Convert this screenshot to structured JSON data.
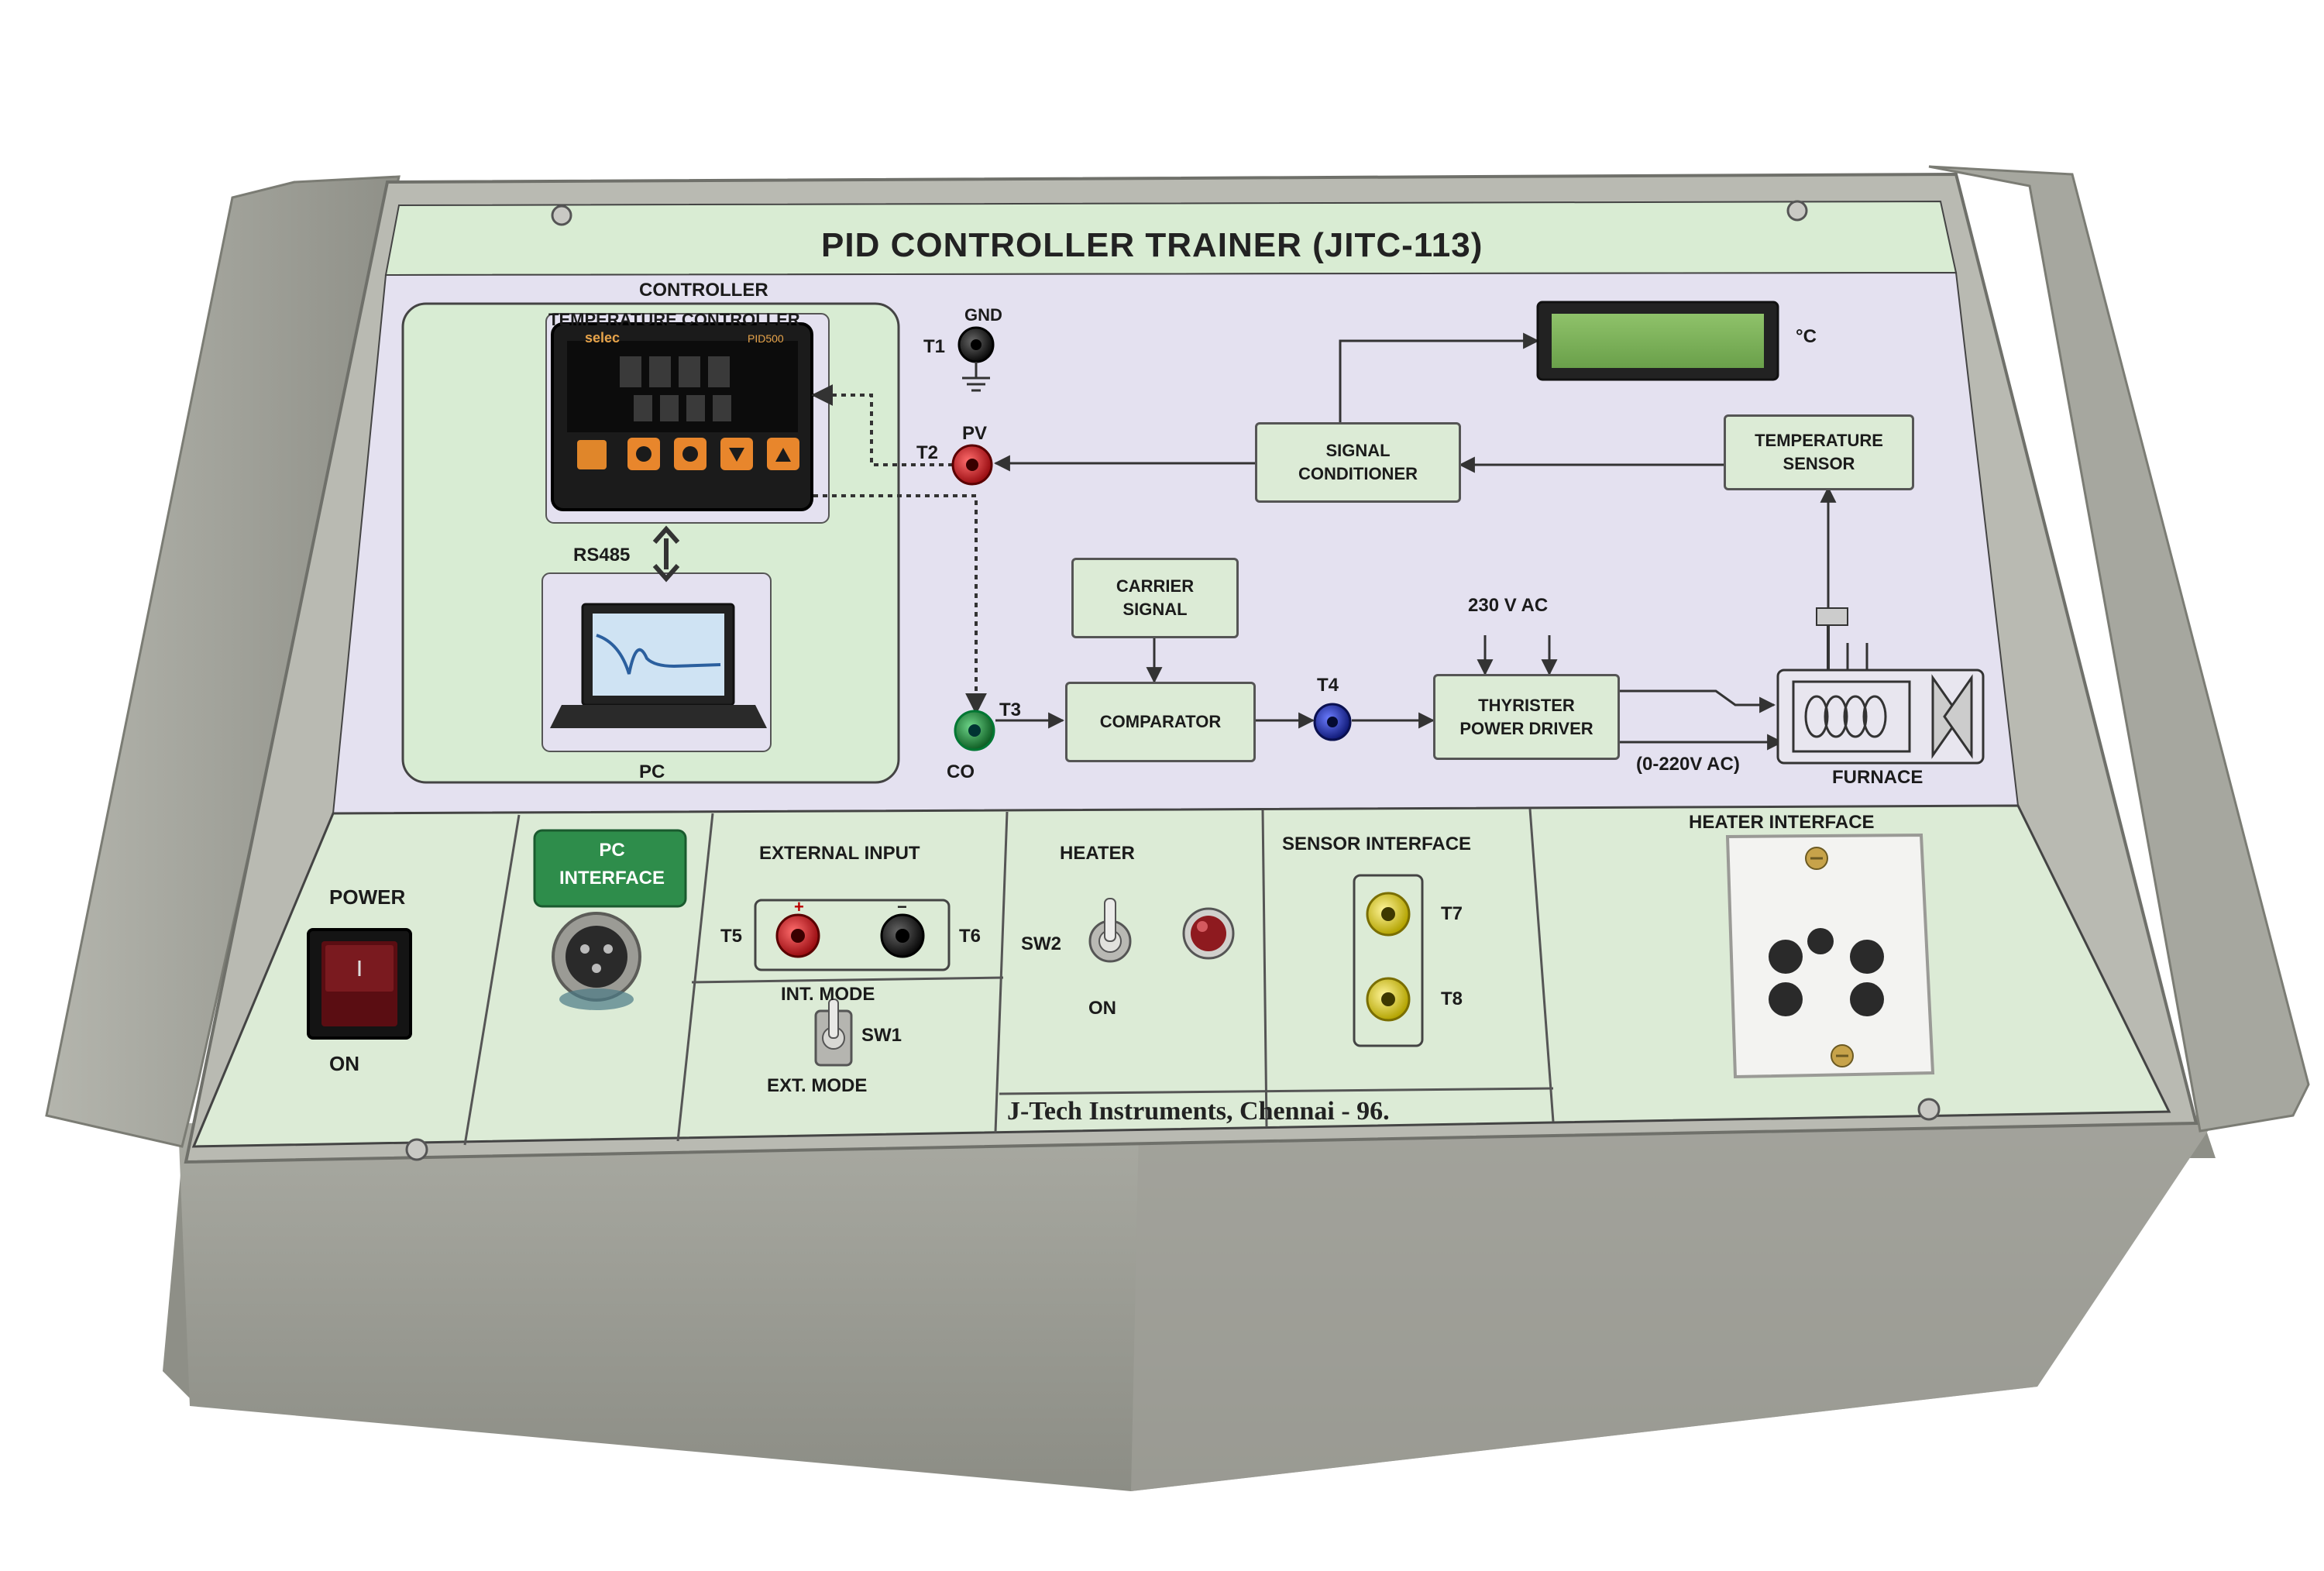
{
  "panel": {
    "title": "PID CONTROLLER TRAINER (JITC-113)",
    "controller_label": "CONTROLLER",
    "temp_controller_label": "TEMPERATURE CONTROLLER",
    "device_brand": "selec",
    "device_model": "PID500",
    "rs485_label": "RS485",
    "pc_label": "PC",
    "t1_label": "T1",
    "gnd_label": "GND",
    "t2_label": "T2",
    "pv_label": "PV",
    "t3_label": "T3",
    "co_label": "CO",
    "t4_label": "T4",
    "display_unit": "°C",
    "signal_conditioner": [
      "SIGNAL",
      "CONDITIONER"
    ],
    "temperature_sensor": [
      "TEMPERATURE",
      "SENSOR"
    ],
    "carrier_signal": [
      "CARRIER",
      "SIGNAL"
    ],
    "comparator": "COMPARATOR",
    "ac_supply_label": "230 V AC",
    "thyrister_driver": [
      "THYRISTER",
      "POWER DRIVER"
    ],
    "output_range": "(0-220V AC)",
    "furnace_label": "FURNACE"
  },
  "bottom": {
    "power_label": "POWER",
    "power_on_label": "ON",
    "pc_interface": [
      "PC",
      "INTERFACE"
    ],
    "external_input_label": "EXTERNAL INPUT",
    "t5_label": "T5",
    "t6_label": "T6",
    "plus_sign": "+",
    "minus_sign": "−",
    "int_mode_label": "INT. MODE",
    "sw1_label": "SW1",
    "ext_mode_label": "EXT. MODE",
    "heater_label": "HEATER",
    "sw2_label": "SW2",
    "heater_on_label": "ON",
    "sensor_interface_label": "SENSOR INTERFACE",
    "t7_label": "T7",
    "t8_label": "T8",
    "heater_interface_label": "HEATER INTERFACE",
    "manufacturer": "J-Tech Instruments, Chennai - 96."
  },
  "colors": {
    "panel_header": "#d9ecd3",
    "panel_diagram": "#e4e1f0",
    "panel_bottom": "#dcebd6",
    "enclosure": "#9c9d94",
    "jack_red": "#c8141e",
    "jack_green": "#1f8c3a",
    "jack_blue": "#1f2fa8",
    "jack_yellow": "#e6d400",
    "jack_black": "#151515",
    "lcd_green": "#7fb35c"
  },
  "icons": [
    "ground-symbol-icon",
    "laptop-icon",
    "heating-coil-icon",
    "fan-icon",
    "power-socket-icon",
    "screw-icon",
    "toggle-switch-icon",
    "rocker-switch-icon"
  ]
}
